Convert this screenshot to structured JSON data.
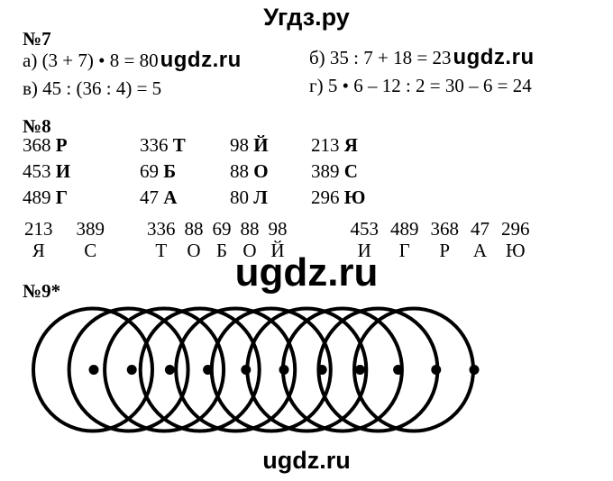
{
  "page": {
    "site_header": "Угдз.ру",
    "center_watermark": "ugdz.ru",
    "bottom_watermark": "ugdz.ru"
  },
  "task7": {
    "label": "№7",
    "items": [
      {
        "text": "а) (3 + 7) • 8 = 80",
        "watermark": "ugdz.ru"
      },
      {
        "text": "б) 35 : 7 + 18 = 23",
        "watermark": "ugdz.ru"
      },
      {
        "text": "в) 45 : (36 : 4) = 5"
      },
      {
        "text": "г) 5 • 6 – 12 : 2 = 30 – 6 = 24"
      }
    ]
  },
  "task8": {
    "label": "№8",
    "code_table": {
      "rows": [
        [
          {
            "num": "368",
            "letter": "Р"
          },
          {
            "num": "336",
            "letter": "Т"
          },
          {
            "num": "98",
            "letter": "Й"
          },
          {
            "num": "213",
            "letter": "Я"
          }
        ],
        [
          {
            "num": "453",
            "letter": "И"
          },
          {
            "num": "69",
            "letter": "Б"
          },
          {
            "num": "88",
            "letter": "О"
          },
          {
            "num": "389",
            "letter": "С"
          }
        ],
        [
          {
            "num": "489",
            "letter": "Г"
          },
          {
            "num": "47",
            "letter": "А"
          },
          {
            "num": "80",
            "letter": "Л"
          },
          {
            "num": "296",
            "letter": "Ю"
          }
        ]
      ]
    },
    "decoded": {
      "phrase": "Я С ТОБОЙ ИГРАЮ",
      "groups": [
        [
          {
            "num": "213",
            "letter": "Я"
          }
        ],
        [
          {
            "num": "389",
            "letter": "С"
          }
        ],
        [
          {
            "num": "336",
            "letter": "Т"
          },
          {
            "num": "88",
            "letter": "О"
          },
          {
            "num": "69",
            "letter": "Б"
          },
          {
            "num": "88",
            "letter": "О"
          },
          {
            "num": "98",
            "letter": "Й"
          }
        ],
        [
          {
            "num": "453",
            "letter": "И"
          },
          {
            "num": "489",
            "letter": "Г"
          },
          {
            "num": "368",
            "letter": "Р"
          },
          {
            "num": "47",
            "letter": "А"
          },
          {
            "num": "296",
            "letter": "Ю"
          }
        ]
      ]
    }
  },
  "task9": {
    "label": "№9*",
    "figure": {
      "description": "horizontal chain of overlapping equal circles with dots along the middle line",
      "circle_count": 10,
      "dot_count": 11,
      "ink_color": "#000000"
    }
  }
}
